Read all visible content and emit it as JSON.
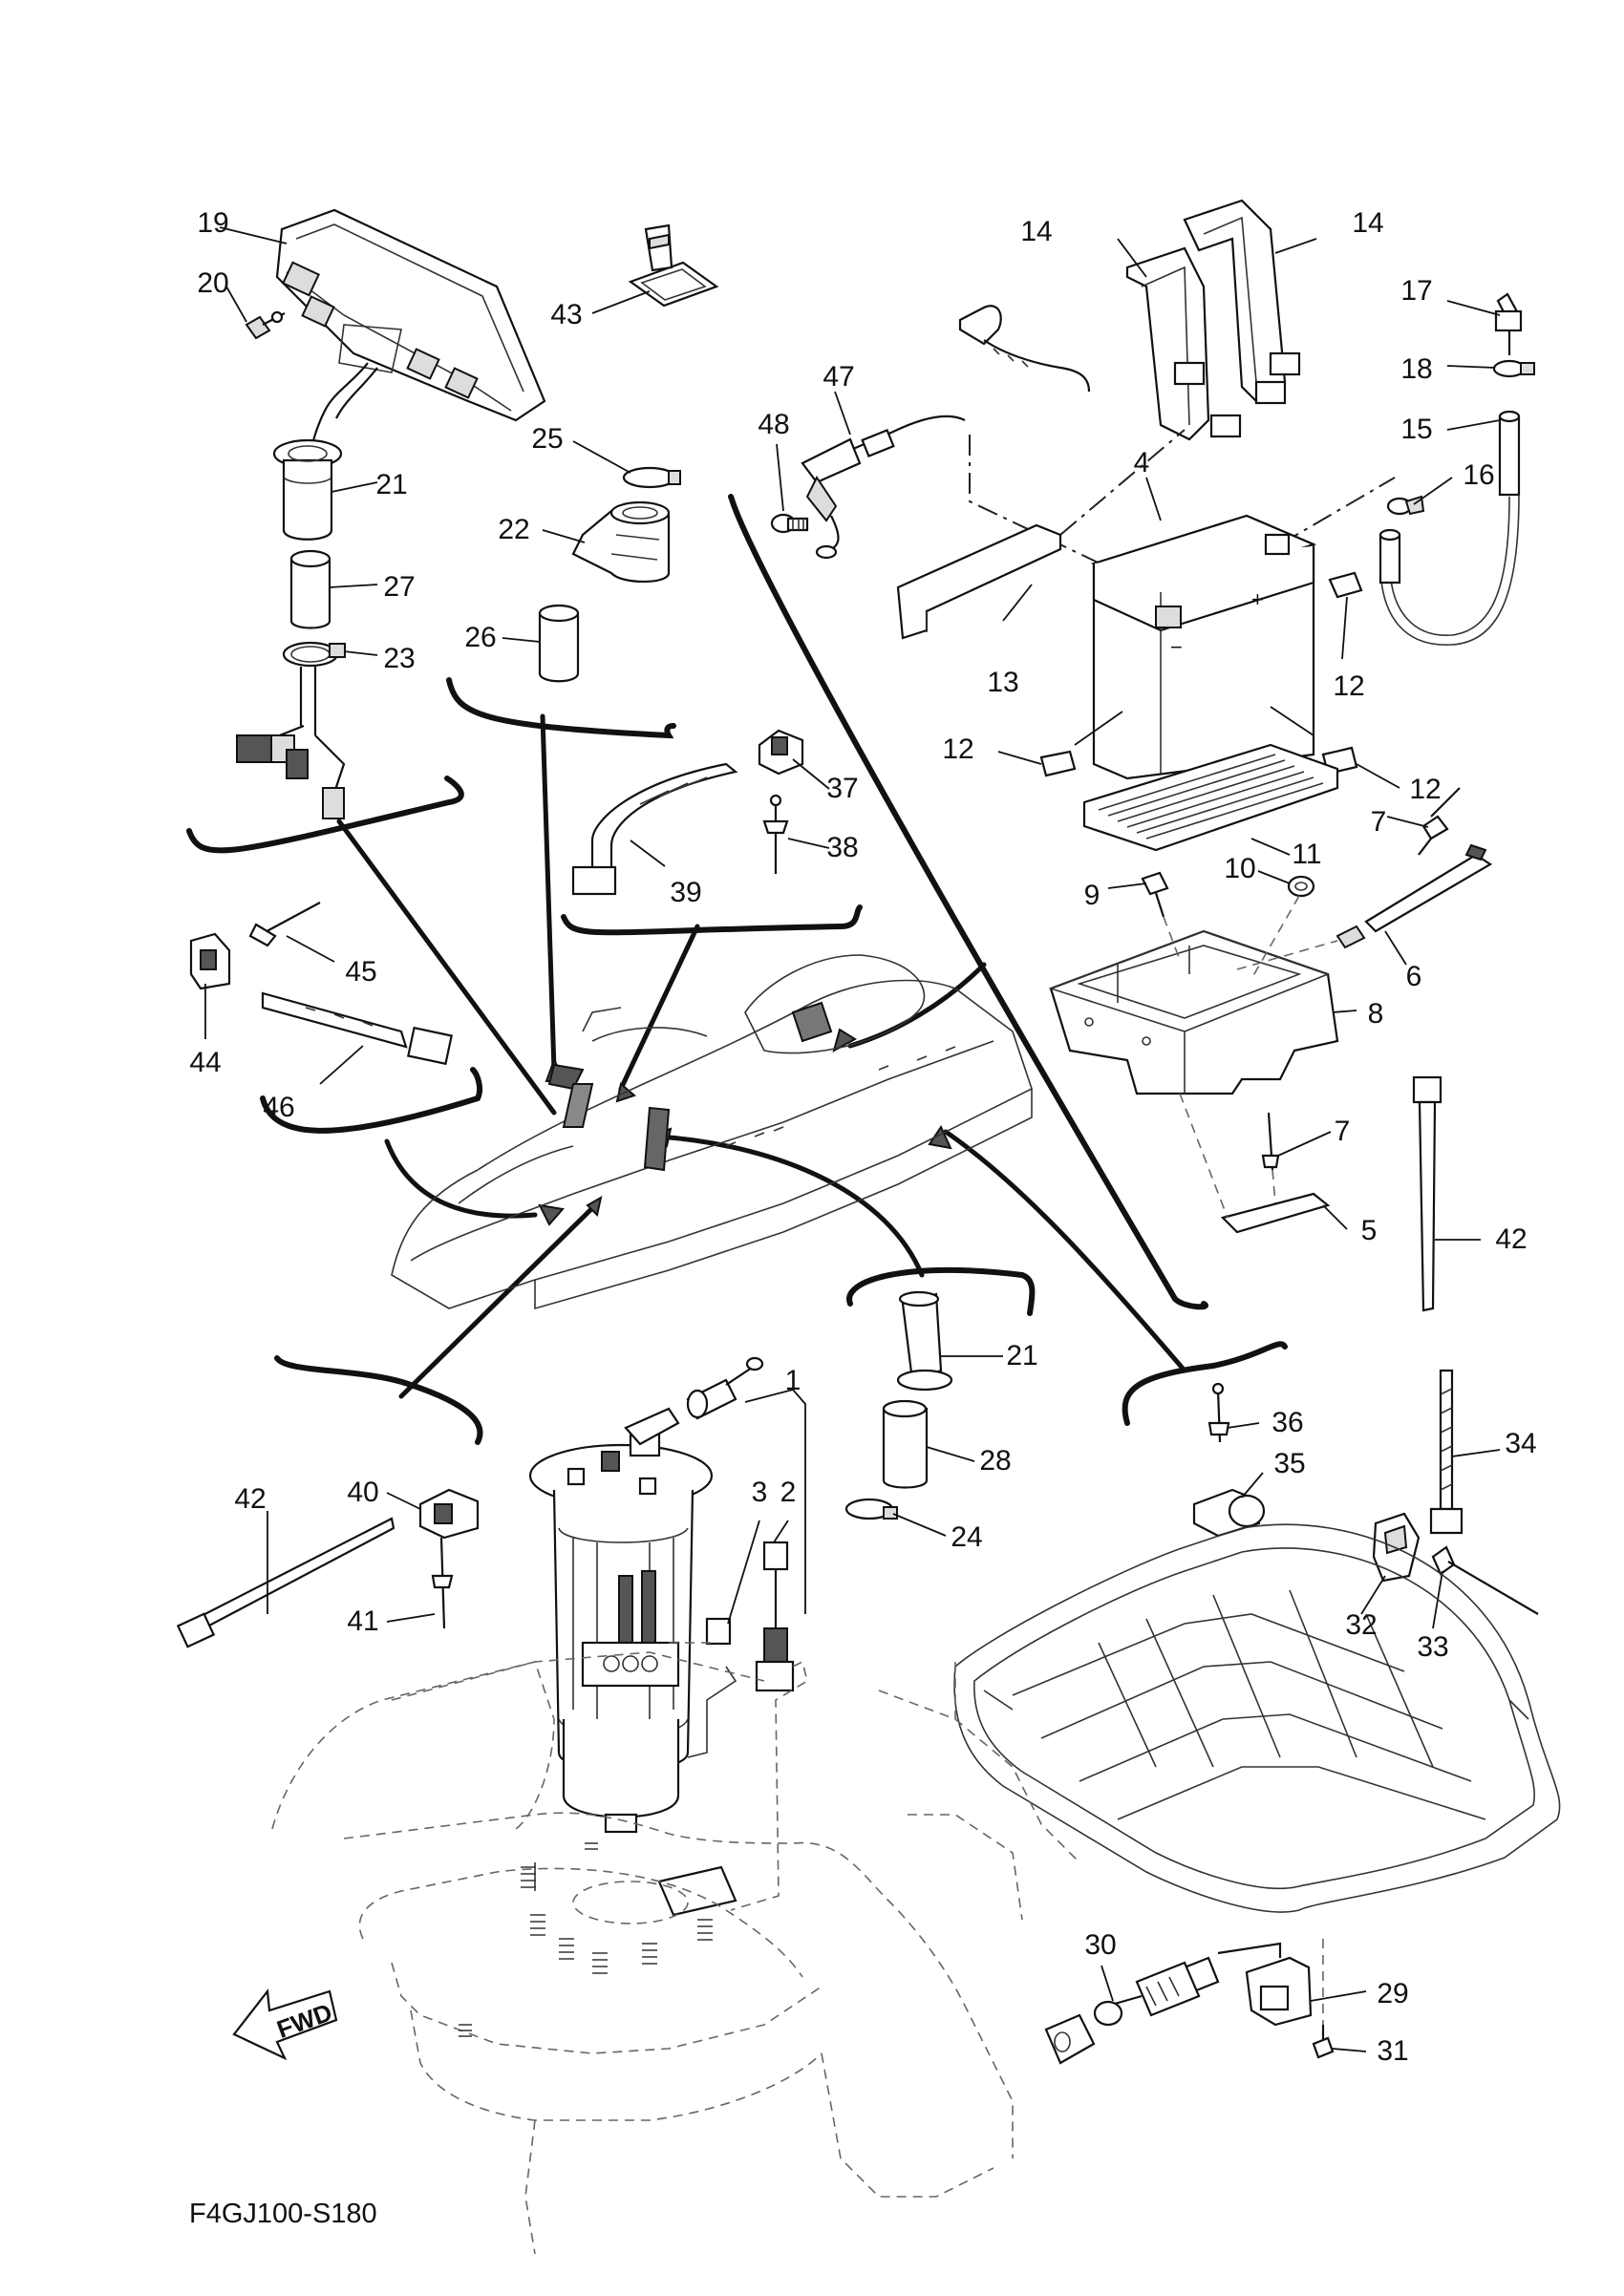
{
  "diagram": {
    "code": "F4GJ100-S180",
    "fwd_label": "FWD",
    "callouts": [
      {
        "id": "c1",
        "text": "1"
      },
      {
        "id": "c2",
        "text": "2"
      },
      {
        "id": "c3",
        "text": "3"
      },
      {
        "id": "c4",
        "text": "4"
      },
      {
        "id": "c5",
        "text": "5"
      },
      {
        "id": "c6",
        "text": "6"
      },
      {
        "id": "c7a",
        "text": "7"
      },
      {
        "id": "c7b",
        "text": "7"
      },
      {
        "id": "c8",
        "text": "8"
      },
      {
        "id": "c9",
        "text": "9"
      },
      {
        "id": "c10",
        "text": "10"
      },
      {
        "id": "c11",
        "text": "11"
      },
      {
        "id": "c12a",
        "text": "12"
      },
      {
        "id": "c12b",
        "text": "12"
      },
      {
        "id": "c12c",
        "text": "12"
      },
      {
        "id": "c13",
        "text": "13"
      },
      {
        "id": "c14a",
        "text": "14"
      },
      {
        "id": "c14b",
        "text": "14"
      },
      {
        "id": "c15",
        "text": "15"
      },
      {
        "id": "c16",
        "text": "16"
      },
      {
        "id": "c17",
        "text": "17"
      },
      {
        "id": "c18",
        "text": "18"
      },
      {
        "id": "c19",
        "text": "19"
      },
      {
        "id": "c20",
        "text": "20"
      },
      {
        "id": "c21a",
        "text": "21"
      },
      {
        "id": "c21b",
        "text": "21"
      },
      {
        "id": "c22",
        "text": "22"
      },
      {
        "id": "c23",
        "text": "23"
      },
      {
        "id": "c24",
        "text": "24"
      },
      {
        "id": "c25",
        "text": "25"
      },
      {
        "id": "c26",
        "text": "26"
      },
      {
        "id": "c27",
        "text": "27"
      },
      {
        "id": "c28",
        "text": "28"
      },
      {
        "id": "c29",
        "text": "29"
      },
      {
        "id": "c30",
        "text": "30"
      },
      {
        "id": "c31",
        "text": "31"
      },
      {
        "id": "c32",
        "text": "32"
      },
      {
        "id": "c33",
        "text": "33"
      },
      {
        "id": "c34",
        "text": "34"
      },
      {
        "id": "c35",
        "text": "35"
      },
      {
        "id": "c36",
        "text": "36"
      },
      {
        "id": "c37",
        "text": "37"
      },
      {
        "id": "c38",
        "text": "38"
      },
      {
        "id": "c39",
        "text": "39"
      },
      {
        "id": "c40",
        "text": "40"
      },
      {
        "id": "c41",
        "text": "41"
      },
      {
        "id": "c42a",
        "text": "42"
      },
      {
        "id": "c42b",
        "text": "42"
      },
      {
        "id": "c43",
        "text": "43"
      },
      {
        "id": "c44",
        "text": "44"
      },
      {
        "id": "c45",
        "text": "45"
      },
      {
        "id": "c46",
        "text": "46"
      },
      {
        "id": "c47",
        "text": "47"
      },
      {
        "id": "c48",
        "text": "48"
      }
    ]
  }
}
